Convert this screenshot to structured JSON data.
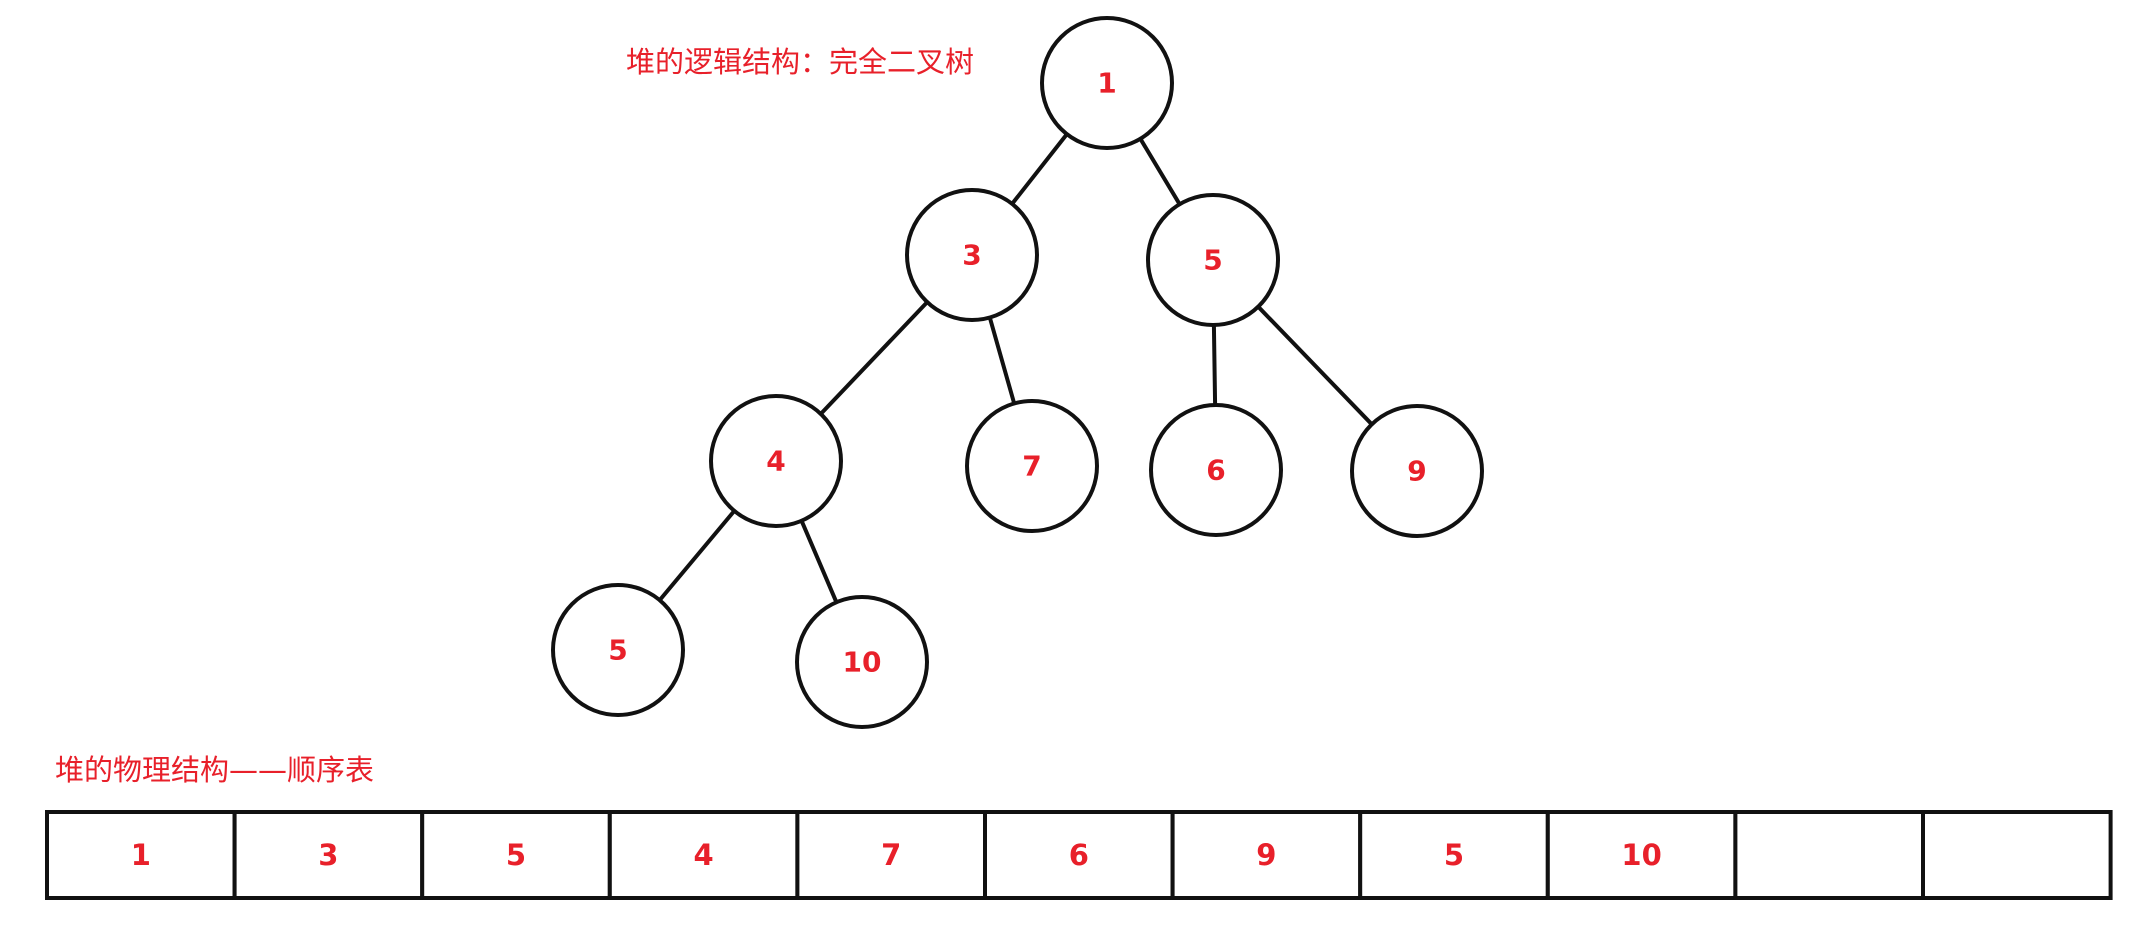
{
  "captions": {
    "logical": "堆的逻辑结构：完全二叉树",
    "physical": "堆的物理结构——顺序表"
  },
  "tree": {
    "nodes": [
      {
        "id": "n0",
        "label": "1"
      },
      {
        "id": "n1",
        "label": "3"
      },
      {
        "id": "n2",
        "label": "5"
      },
      {
        "id": "n3",
        "label": "4"
      },
      {
        "id": "n4",
        "label": "7"
      },
      {
        "id": "n5",
        "label": "6"
      },
      {
        "id": "n6",
        "label": "9"
      },
      {
        "id": "n7",
        "label": "5"
      },
      {
        "id": "n8",
        "label": "10"
      }
    ],
    "edges": [
      [
        "n0",
        "n1"
      ],
      [
        "n0",
        "n2"
      ],
      [
        "n1",
        "n3"
      ],
      [
        "n1",
        "n4"
      ],
      [
        "n2",
        "n5"
      ],
      [
        "n2",
        "n6"
      ],
      [
        "n3",
        "n7"
      ],
      [
        "n3",
        "n8"
      ]
    ]
  },
  "array": {
    "cells": [
      "1",
      "3",
      "5",
      "4",
      "7",
      "6",
      "9",
      "5",
      "10",
      "",
      ""
    ]
  },
  "colors": {
    "text": "#e8202a",
    "stroke": "#111111"
  }
}
